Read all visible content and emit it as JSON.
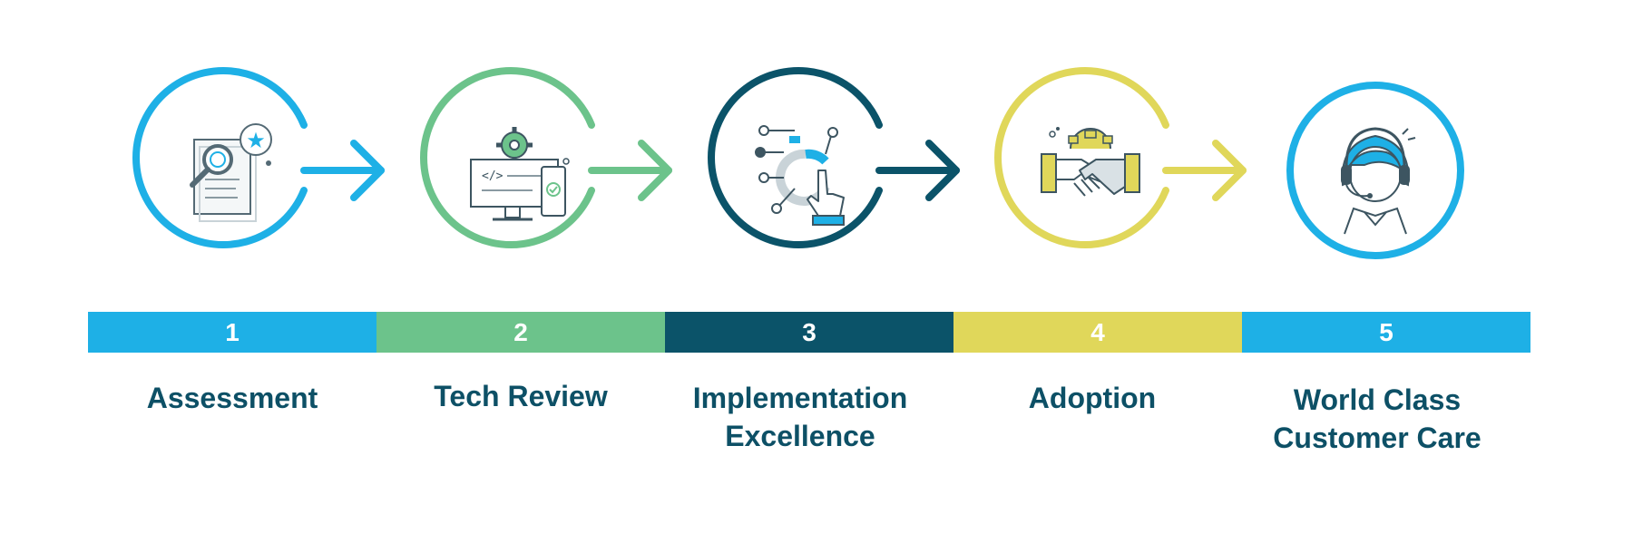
{
  "colors": {
    "blue": "#1eb0e6",
    "green": "#6cc38b",
    "navy": "#0b5369",
    "yellow": "#e0d75a",
    "text": "#0d5066"
  },
  "steps": [
    {
      "number": "1",
      "color": "#1eb0e6",
      "icon": "assessment-document-icon",
      "label_lines": [
        "Assessment"
      ]
    },
    {
      "number": "2",
      "color": "#6cc38b",
      "icon": "tech-review-devices-icon",
      "label_lines": [
        "Tech Review"
      ]
    },
    {
      "number": "3",
      "color": "#0b5369",
      "icon": "implementation-network-icon",
      "label_lines": [
        "Implementation",
        "Excellence"
      ]
    },
    {
      "number": "4",
      "color": "#e0d75a",
      "icon": "adoption-handshake-icon",
      "label_lines": [
        "Adoption"
      ]
    },
    {
      "number": "5",
      "color": "#1eb0e6",
      "icon": "customer-care-headset-icon",
      "label_lines": [
        "World Class",
        "Customer Care"
      ]
    }
  ]
}
